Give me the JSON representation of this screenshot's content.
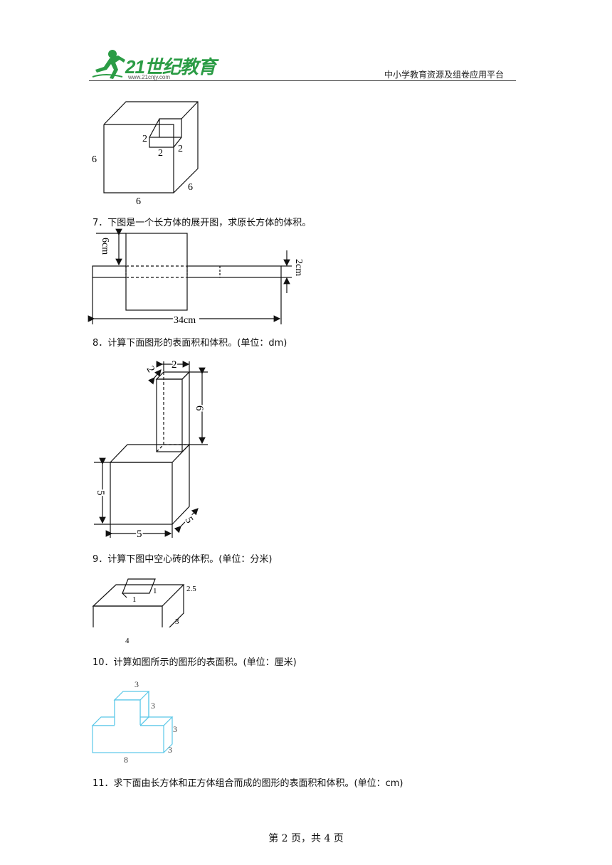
{
  "header": {
    "logo_text": "21世纪教育",
    "logo_url": "www.21cnjy.com",
    "platform": "中小学教育资源及组卷应用平台"
  },
  "fig6": {
    "labels": [
      "2",
      "2",
      "2",
      "6",
      "6",
      "6"
    ]
  },
  "q7": {
    "text": "7．下图是一个长方体的展开图，求原长方体的体积。",
    "labels": {
      "height": "6cm",
      "thickness": "2cm",
      "length": "34cm"
    }
  },
  "q8": {
    "text": "8．计算下面图形的表面积和体积。(单位：dm)",
    "labels": [
      "2",
      "2",
      "6",
      "5",
      "5",
      "5"
    ]
  },
  "q9": {
    "text": "9．计算下图中空心砖的体积。(单位：分米)",
    "labels": [
      "1",
      "1",
      "2.5",
      "4",
      "3"
    ]
  },
  "q10": {
    "text": "10．计算如图所示的图形的表面积。(单位：厘米)",
    "labels": [
      "3",
      "3",
      "3",
      "8",
      "3"
    ]
  },
  "q11": {
    "text": "11．求下面由长方体和正方体组合而成的图形的表面积和体积。(单位：cm)"
  },
  "footer": {
    "page": "第 2 页，共 4 页"
  }
}
